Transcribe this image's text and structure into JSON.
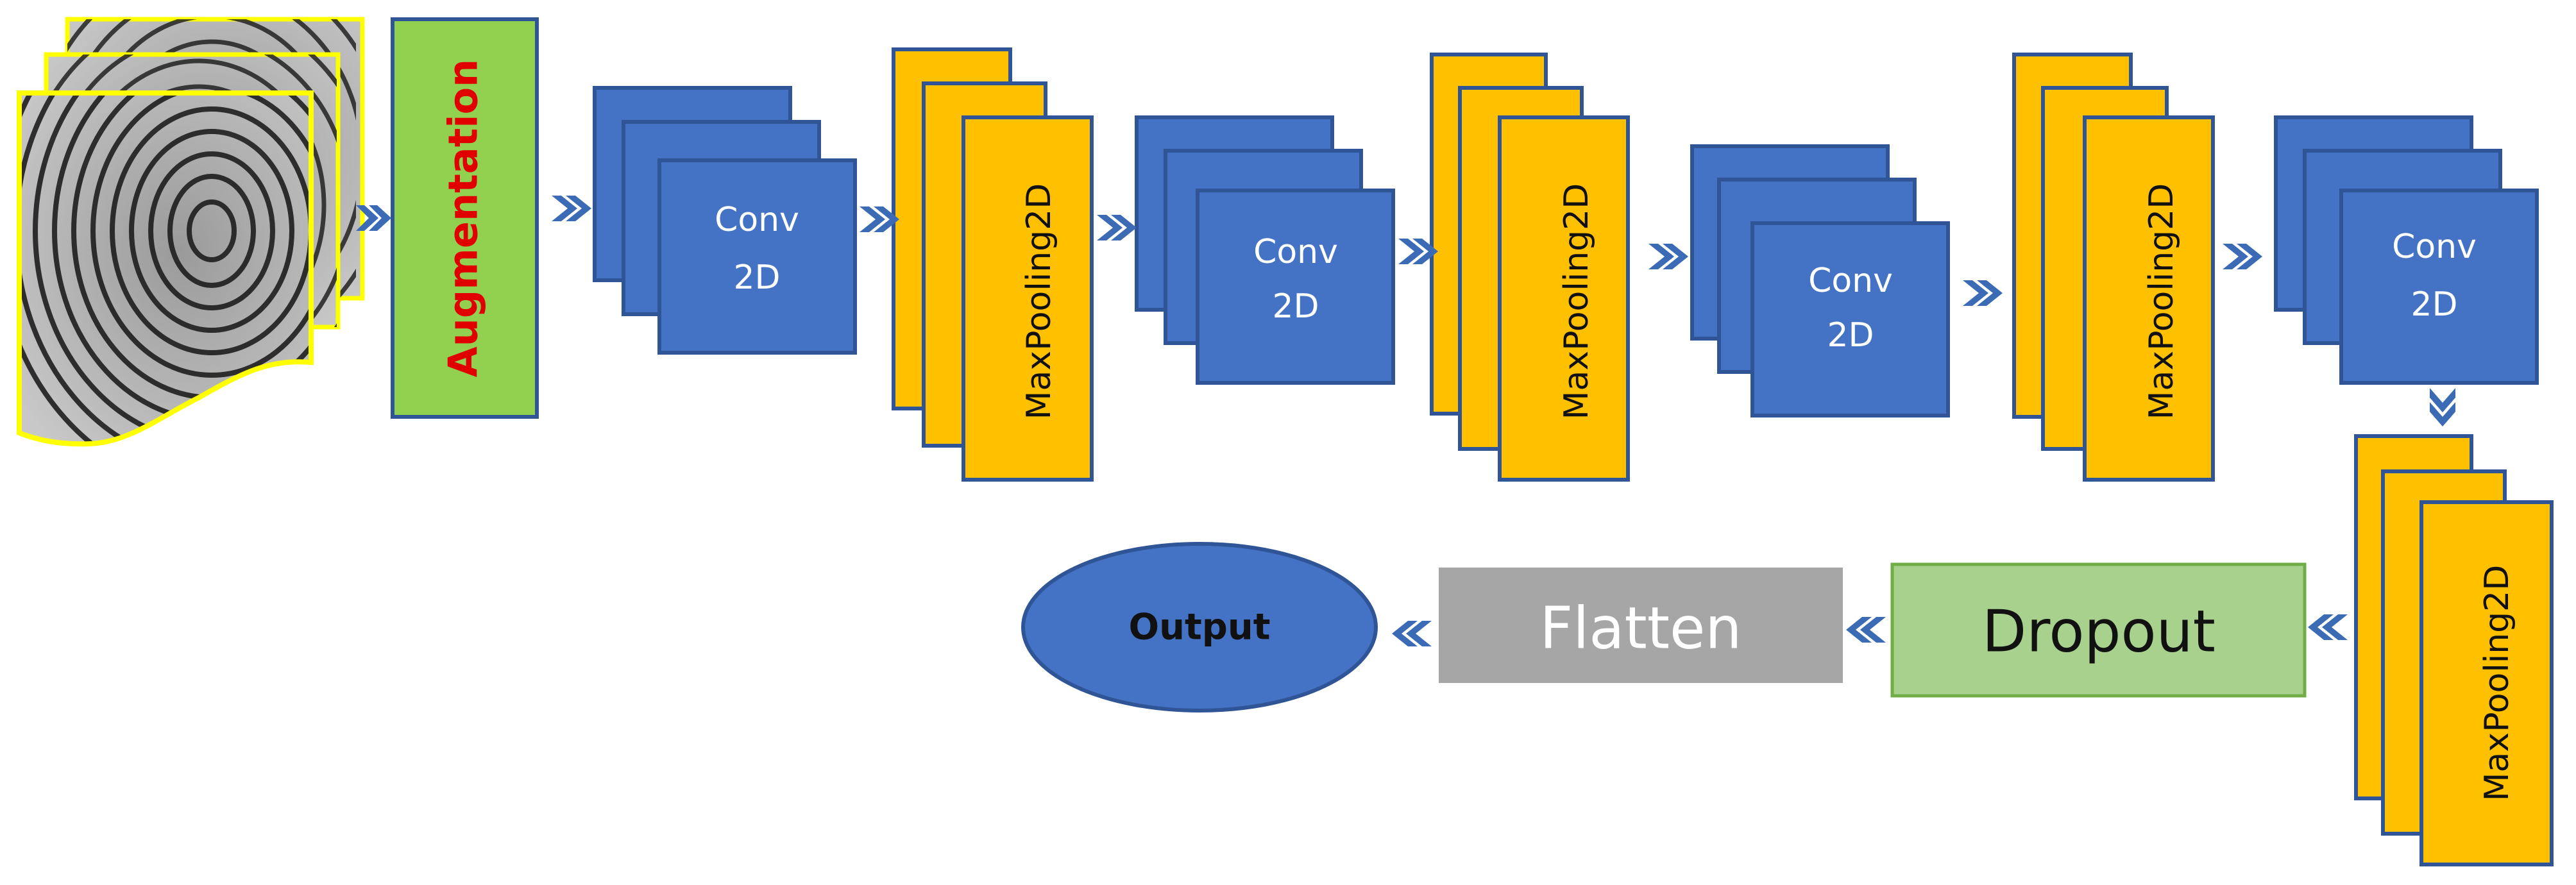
{
  "diagram": {
    "augmentation_label": "Augmentation",
    "conv_blocks": [
      {
        "line1": "Conv",
        "line2": "2D"
      },
      {
        "line1": "Conv",
        "line2": "2D"
      },
      {
        "line1": "Conv",
        "line2": "2D"
      },
      {
        "line1": "Conv",
        "line2": "2D"
      }
    ],
    "pool_blocks": [
      {
        "label": "MaxPooling2D"
      },
      {
        "label": "MaxPooling2D"
      },
      {
        "label": "MaxPooling2D"
      },
      {
        "label": "MaxPooling2D"
      }
    ],
    "dropout_label": "Dropout",
    "flatten_label": "Flatten",
    "output_label": "Output"
  },
  "colors": {
    "conv_fill": "#4472C4",
    "conv_stroke": "#2F5597",
    "pool_fill": "#FFC000",
    "pool_stroke": "#2F5597",
    "augmentation_fill": "#92D050",
    "augmentation_text": "#E00000",
    "augmentation_stroke": "#2F5597",
    "dropout_fill": "#A9D18E",
    "dropout_stroke": "#70AD47",
    "flatten_fill": "#A6A6A6",
    "output_fill": "#4472C4",
    "output_stroke": "#2F5597",
    "arrow": "#3A6BB4",
    "fingerprint_border": "#FFFF00"
  },
  "icons": {
    "input": "fingerprint-image",
    "connector": "double-chevron-arrow"
  }
}
